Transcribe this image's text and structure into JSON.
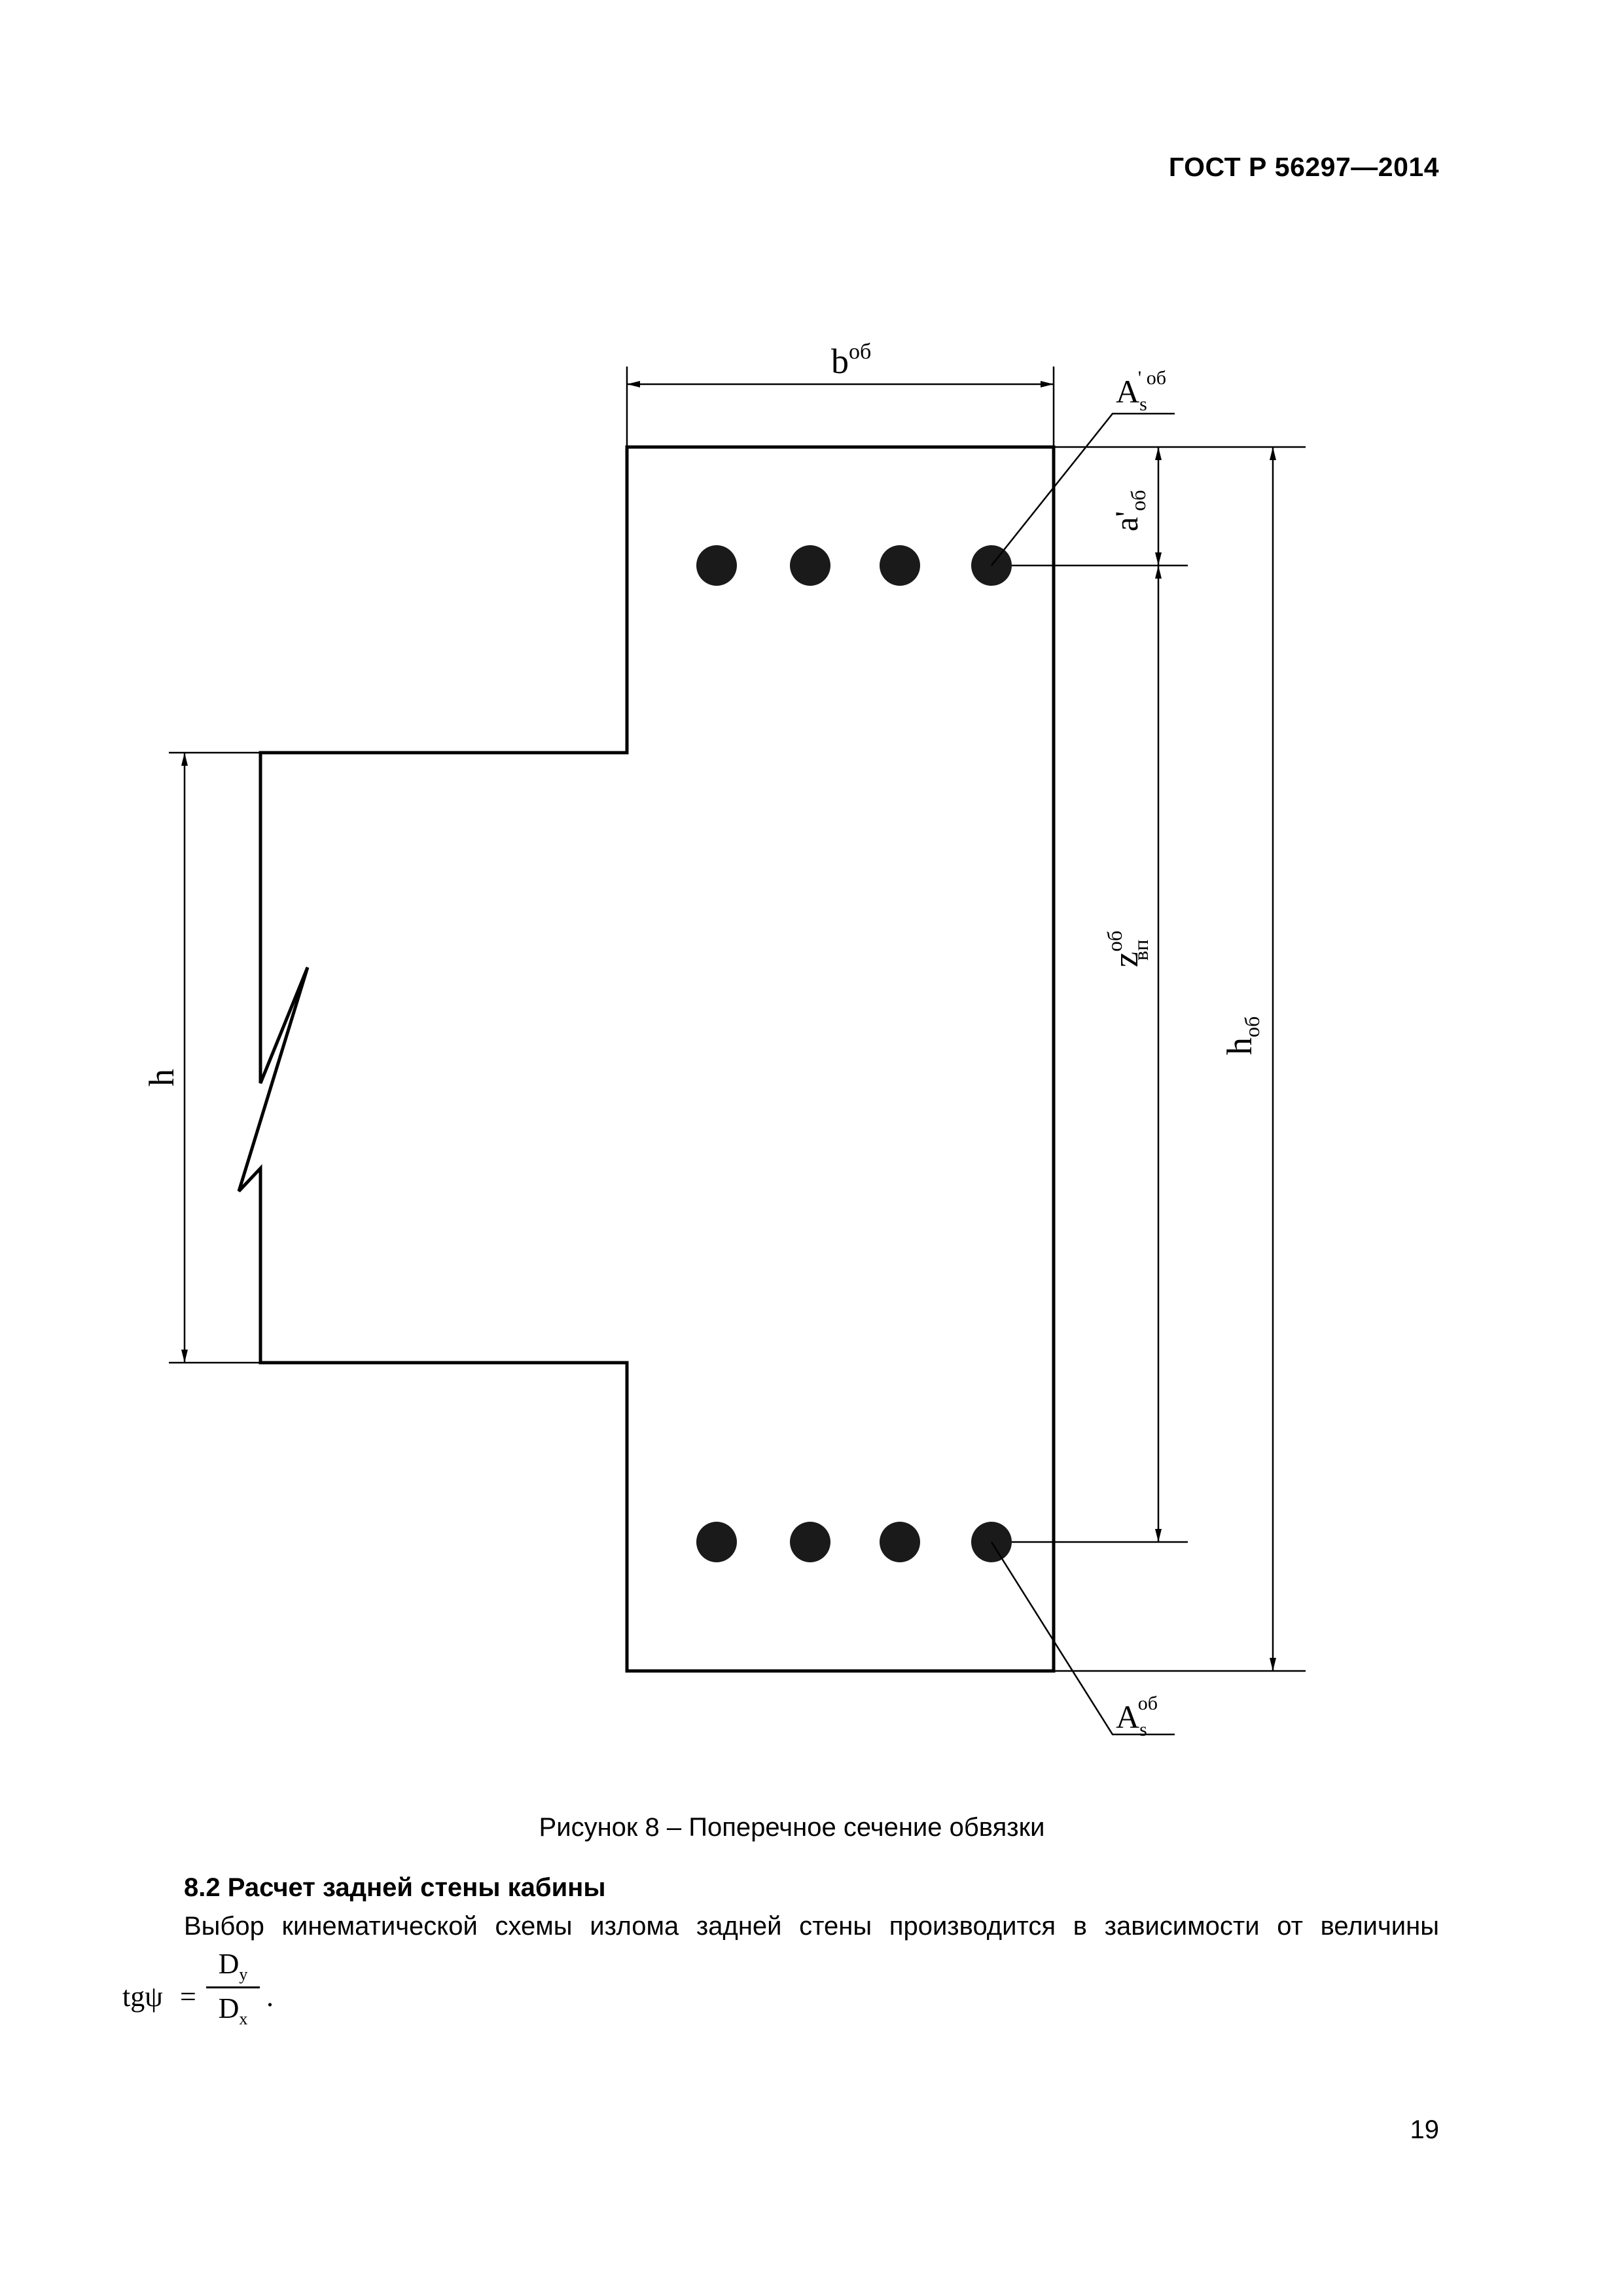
{
  "header": {
    "doc_code": "ГОСТ Р 56297—2014"
  },
  "figure": {
    "labels": {
      "b": "b",
      "b_sup": "об",
      "as_top": "A",
      "as_top_sub": "s",
      "as_top_sup": "' об",
      "a_top": "a'",
      "a_top_sub": "об",
      "z": "z",
      "z_sup": "об",
      "z_sub": "вп",
      "h_ob": "h",
      "h_ob_sub": "об",
      "h": "h",
      "as_bottom": "A",
      "as_bottom_sub": "s",
      "as_bottom_sup": "об"
    },
    "caption": "Рисунок 8 – Поперечное сечение обвязки"
  },
  "section": {
    "title": "8.2 Расчет задней стены кабины",
    "paragraph": "Выбор кинематической схемы излома задней стены производится в зависимости от величины"
  },
  "formula": {
    "lhs": "tgψ",
    "eq": "=",
    "num": "D",
    "num_sub": "y",
    "den": "D",
    "den_sub": "x",
    "end": "."
  },
  "page_number": "19"
}
